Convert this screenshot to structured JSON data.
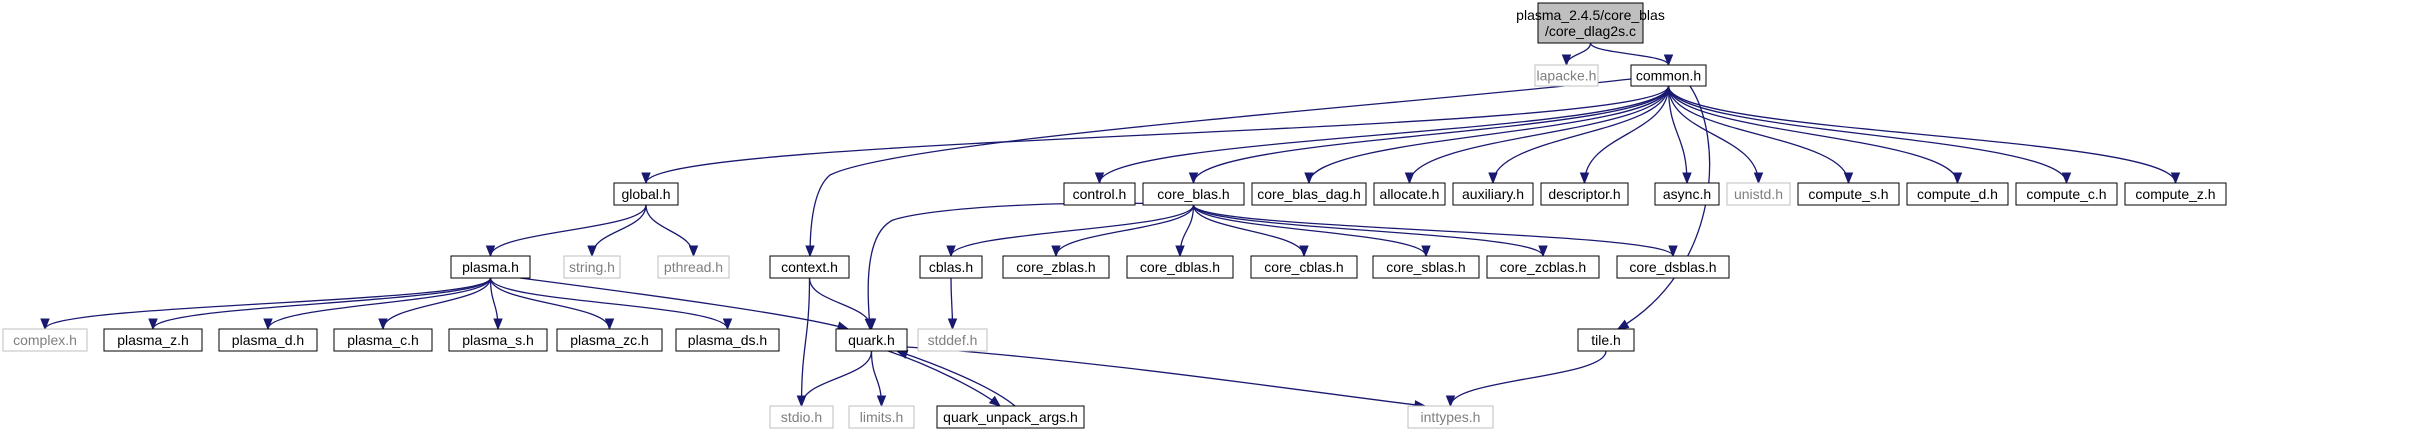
{
  "graph": {
    "nodes": [
      {
        "id": "core_dlag2s",
        "label": "plasma_2.4.5/core_blas\n/core_dlag2s.c",
        "kind": "main"
      },
      {
        "id": "lapacke",
        "label": "lapacke.h",
        "kind": "sys"
      },
      {
        "id": "common",
        "label": "common.h",
        "kind": "file"
      },
      {
        "id": "global",
        "label": "global.h",
        "kind": "file"
      },
      {
        "id": "control",
        "label": "control.h",
        "kind": "file"
      },
      {
        "id": "core_blas",
        "label": "core_blas.h",
        "kind": "file"
      },
      {
        "id": "core_blas_dag",
        "label": "core_blas_dag.h",
        "kind": "file"
      },
      {
        "id": "allocate",
        "label": "allocate.h",
        "kind": "file"
      },
      {
        "id": "auxiliary",
        "label": "auxiliary.h",
        "kind": "file"
      },
      {
        "id": "descriptor",
        "label": "descriptor.h",
        "kind": "file"
      },
      {
        "id": "async",
        "label": "async.h",
        "kind": "file"
      },
      {
        "id": "unistd",
        "label": "unistd.h",
        "kind": "sys"
      },
      {
        "id": "compute_s",
        "label": "compute_s.h",
        "kind": "file"
      },
      {
        "id": "compute_d",
        "label": "compute_d.h",
        "kind": "file"
      },
      {
        "id": "compute_c",
        "label": "compute_c.h",
        "kind": "file"
      },
      {
        "id": "compute_z",
        "label": "compute_z.h",
        "kind": "file"
      },
      {
        "id": "plasma",
        "label": "plasma.h",
        "kind": "file"
      },
      {
        "id": "string",
        "label": "string.h",
        "kind": "sys"
      },
      {
        "id": "pthread",
        "label": "pthread.h",
        "kind": "sys"
      },
      {
        "id": "context",
        "label": "context.h",
        "kind": "file"
      },
      {
        "id": "cblas",
        "label": "cblas.h",
        "kind": "file"
      },
      {
        "id": "core_zblas",
        "label": "core_zblas.h",
        "kind": "file"
      },
      {
        "id": "core_dblas",
        "label": "core_dblas.h",
        "kind": "file"
      },
      {
        "id": "core_cblas",
        "label": "core_cblas.h",
        "kind": "file"
      },
      {
        "id": "core_sblas",
        "label": "core_sblas.h",
        "kind": "file"
      },
      {
        "id": "core_zcblas",
        "label": "core_zcblas.h",
        "kind": "file"
      },
      {
        "id": "core_dsblas",
        "label": "core_dsblas.h",
        "kind": "file"
      },
      {
        "id": "complex",
        "label": "complex.h",
        "kind": "sys"
      },
      {
        "id": "plasma_z",
        "label": "plasma_z.h",
        "kind": "file"
      },
      {
        "id": "plasma_d",
        "label": "plasma_d.h",
        "kind": "file"
      },
      {
        "id": "plasma_c",
        "label": "plasma_c.h",
        "kind": "file"
      },
      {
        "id": "plasma_s",
        "label": "plasma_s.h",
        "kind": "file"
      },
      {
        "id": "plasma_zc",
        "label": "plasma_zc.h",
        "kind": "file"
      },
      {
        "id": "plasma_ds",
        "label": "plasma_ds.h",
        "kind": "file"
      },
      {
        "id": "quark",
        "label": "quark.h",
        "kind": "file"
      },
      {
        "id": "stddef",
        "label": "stddef.h",
        "kind": "sys"
      },
      {
        "id": "tile",
        "label": "tile.h",
        "kind": "file"
      },
      {
        "id": "stdio",
        "label": "stdio.h",
        "kind": "sys"
      },
      {
        "id": "limits",
        "label": "limits.h",
        "kind": "sys"
      },
      {
        "id": "quark_unpack_args",
        "label": "quark_unpack_args.h",
        "kind": "file"
      },
      {
        "id": "inttypes",
        "label": "inttypes.h",
        "kind": "sys"
      }
    ],
    "edges": [
      [
        "core_dlag2s",
        "lapacke"
      ],
      [
        "core_dlag2s",
        "common"
      ],
      [
        "common",
        "global"
      ],
      [
        "common",
        "control"
      ],
      [
        "common",
        "core_blas"
      ],
      [
        "common",
        "core_blas_dag"
      ],
      [
        "common",
        "allocate"
      ],
      [
        "common",
        "auxiliary"
      ],
      [
        "common",
        "descriptor"
      ],
      [
        "common",
        "async"
      ],
      [
        "common",
        "unistd"
      ],
      [
        "common",
        "compute_s"
      ],
      [
        "common",
        "compute_d"
      ],
      [
        "common",
        "compute_c"
      ],
      [
        "common",
        "compute_z"
      ],
      [
        "common",
        "context"
      ],
      [
        "common",
        "tile"
      ],
      [
        "global",
        "plasma"
      ],
      [
        "global",
        "string"
      ],
      [
        "global",
        "pthread"
      ],
      [
        "plasma",
        "complex"
      ],
      [
        "plasma",
        "plasma_z"
      ],
      [
        "plasma",
        "plasma_d"
      ],
      [
        "plasma",
        "plasma_c"
      ],
      [
        "plasma",
        "plasma_s"
      ],
      [
        "plasma",
        "plasma_zc"
      ],
      [
        "plasma",
        "plasma_ds"
      ],
      [
        "plasma",
        "quark"
      ],
      [
        "core_blas",
        "cblas"
      ],
      [
        "core_blas",
        "core_zblas"
      ],
      [
        "core_blas",
        "core_dblas"
      ],
      [
        "core_blas",
        "core_cblas"
      ],
      [
        "core_blas",
        "core_sblas"
      ],
      [
        "core_blas",
        "core_zcblas"
      ],
      [
        "core_blas",
        "core_dsblas"
      ],
      [
        "core_blas",
        "quark"
      ],
      [
        "cblas",
        "stddef"
      ],
      [
        "context",
        "quark"
      ],
      [
        "context",
        "stdio"
      ],
      [
        "quark",
        "stdio"
      ],
      [
        "quark",
        "limits"
      ],
      [
        "quark",
        "quark_unpack_args"
      ],
      [
        "quark",
        "inttypes"
      ],
      [
        "quark_unpack_args",
        "quark"
      ],
      [
        "tile",
        "inttypes"
      ]
    ]
  }
}
